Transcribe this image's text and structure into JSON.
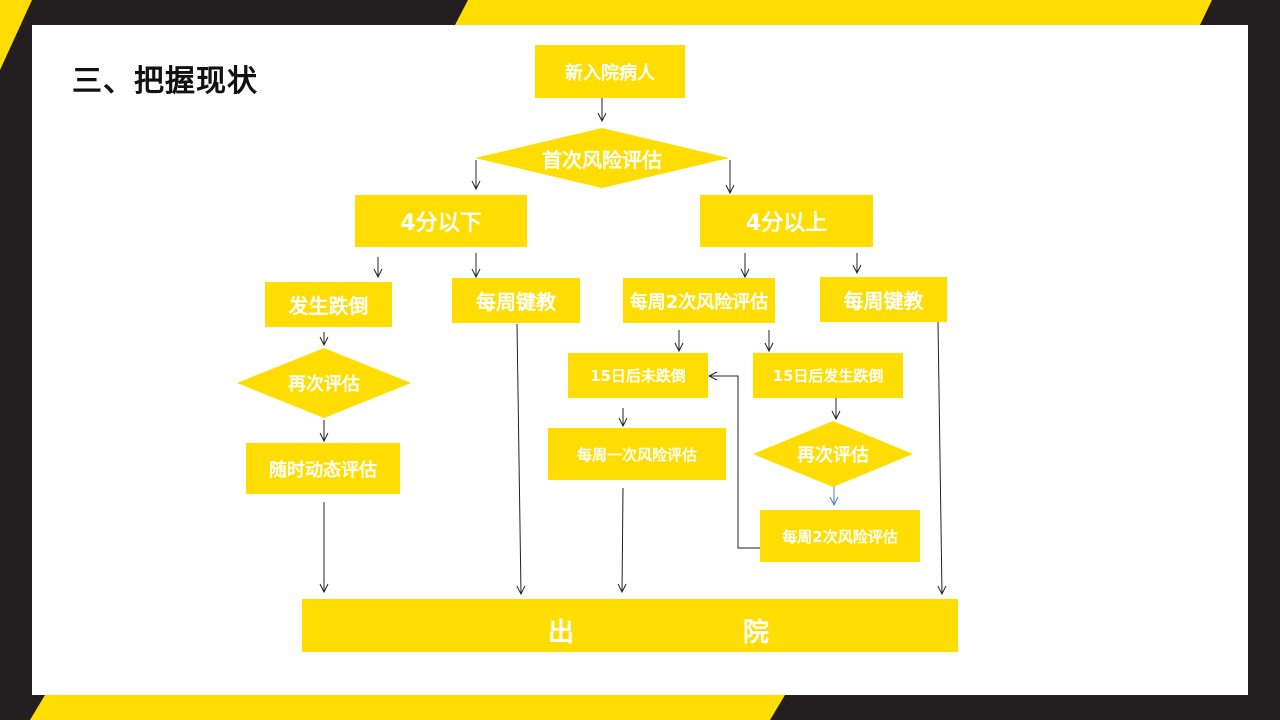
{
  "slide": {
    "title": "三、把握现状",
    "accent_color": "#FFDD00",
    "frame_color": "#231F20"
  },
  "flowchart": {
    "nodes": {
      "new_patient": "新入院病人",
      "first_assessment": "首次风险评估",
      "score_below_4": "4分以下",
      "score_above_4": "4分以上",
      "fall_occurred": "发生跌倒",
      "weekly_education_left": "每周键教",
      "twice_weekly_assessment": "每周2次风险评估",
      "weekly_education_right": "每周键教",
      "reassessment_left": "再次评估",
      "no_fall_after_15_days": "15日后未跌倒",
      "fall_after_15_days": "15日后发生跌倒",
      "dynamic_assessment": "随时动态评估",
      "once_weekly_assessment": "每周一次风险评估",
      "reassessment_right": "再次评估",
      "twice_weekly_assessment_2": "每周2次风险评估",
      "discharge_char_1": "出",
      "discharge_char_2": "院"
    },
    "edges": [
      [
        "新入院病人",
        "首次风险评估"
      ],
      [
        "首次风险评估",
        "4分以下"
      ],
      [
        "首次风险评估",
        "4分以上"
      ],
      [
        "4分以下",
        "发生跌倒"
      ],
      [
        "4分以下",
        "每周键教"
      ],
      [
        "4分以上",
        "每周2次风险评估"
      ],
      [
        "4分以上",
        "每周键教"
      ],
      [
        "发生跌倒",
        "再次评估"
      ],
      [
        "再次评估",
        "随时动态评估"
      ],
      [
        "随时动态评估",
        "出院"
      ],
      [
        "每周键教",
        "出院"
      ],
      [
        "每周2次风险评估",
        "15日后未跌倒"
      ],
      [
        "每周2次风险评估",
        "15日后发生跌倒"
      ],
      [
        "15日后未跌倒",
        "每周一次风险评估"
      ],
      [
        "每周一次风险评估",
        "出院"
      ],
      [
        "15日后发生跌倒",
        "再次评估"
      ],
      [
        "再次评估",
        "每周2次风险评估"
      ],
      [
        "每周2次风险评估",
        "15日后未跌倒"
      ],
      [
        "每周键教",
        "出院"
      ]
    ]
  }
}
